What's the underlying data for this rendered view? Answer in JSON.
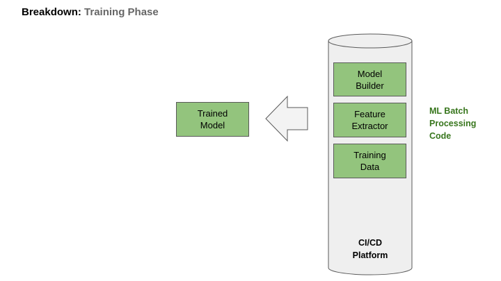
{
  "title": {
    "bold": "Breakdown:",
    "sub": "Training Phase"
  },
  "nodes": {
    "trained_model": "Trained\nModel",
    "model_builder": "Model\nBuilder",
    "feature_extractor": "Feature\nExtractor",
    "training_data": "Training\nData"
  },
  "labels": {
    "ml_batch": "ML Batch\nProcessing\nCode",
    "platform": "CI/CD\nPlatform"
  },
  "colors": {
    "box_fill": "#93c47d",
    "box_stroke": "#595959",
    "cylinder_fill": "#efefef",
    "arrow_fill": "#f3f3f3",
    "label_green": "#38761d",
    "title_gray": "#666666"
  }
}
